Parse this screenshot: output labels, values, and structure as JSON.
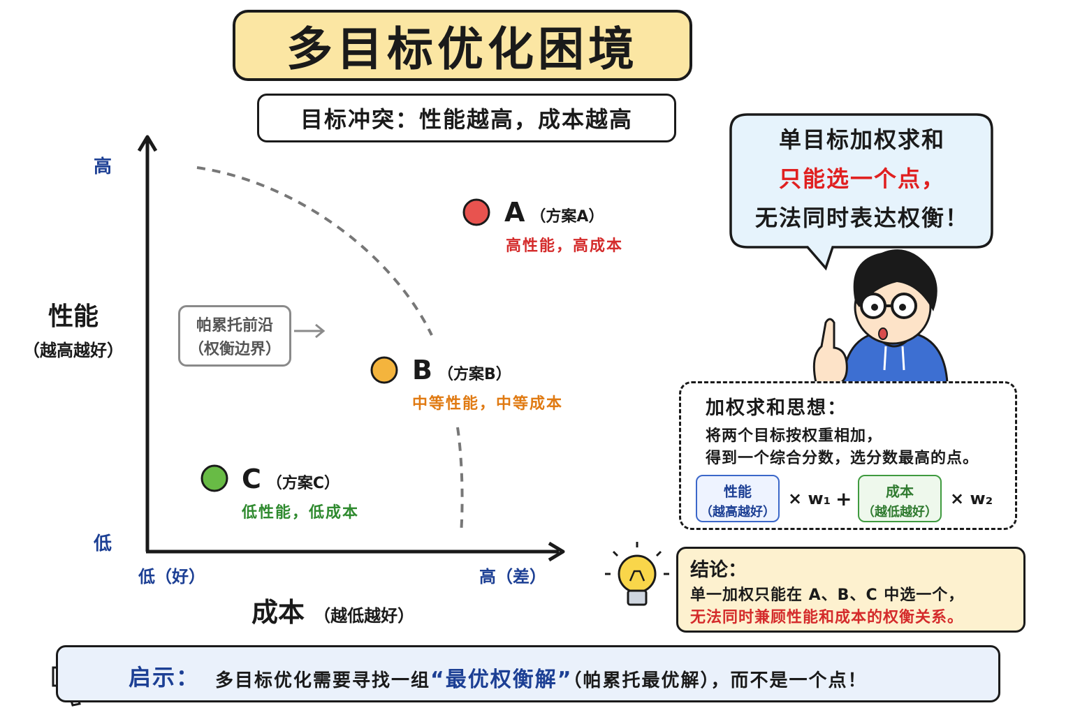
{
  "title": "多目标优化困境",
  "subtitle": "目标冲突：性能越高，成本越高",
  "y_axis": {
    "label": "性能",
    "sublabel": "（越高越好）",
    "high": "高",
    "low": "低"
  },
  "x_axis": {
    "label": "成本",
    "sublabel": "（越低越好）",
    "low": "低（好）",
    "high": "高（差）"
  },
  "pareto": {
    "line1": "帕累托前沿",
    "line2": "（权衡边界）"
  },
  "points": [
    {
      "name": "A",
      "tag": "（方案A）",
      "desc": "高性能，高成本",
      "color": "#e8534f",
      "text_color": "#d42b2b"
    },
    {
      "name": "B",
      "tag": "（方案B）",
      "desc": "中等性能，中等成本",
      "color": "#f4b43d",
      "text_color": "#e07a12"
    },
    {
      "name": "C",
      "tag": "（方案C）",
      "desc": "低性能，低成本",
      "color": "#68bb45",
      "text_color": "#2f8a2f"
    }
  ],
  "speech": {
    "line1": "单目标加权求和",
    "line2": "只能选一个点，",
    "line3": "无法同时表达权衡！",
    "highlight_color": "#e02020"
  },
  "weighted": {
    "title": "加权求和思想：",
    "line1": "将两个目标按权重相加，",
    "line2": "得到一个综合分数，选分数最高的点。",
    "term1": {
      "name": "性能",
      "sub": "（越高越好）"
    },
    "times1": "× w₁",
    "plus": "+",
    "term2": {
      "name": "成本",
      "sub": "（越低越好）"
    },
    "times2": "× w₂"
  },
  "conclusion": {
    "title": "结论：",
    "line1": "单一加权只能在 A、B、C 中选一个，",
    "line2": "无法同时兼顾性能和成本的权衡关系。"
  },
  "hint": {
    "label": "启示：",
    "text_before": "多目标优化需要寻找一组",
    "highlight": "“最优权衡解”",
    "text_after": "（帕累托最优解），而不是一个点！"
  },
  "colors": {
    "title_bg": "#fbe6a3",
    "accent_blue": "#1c3f94",
    "bubble_bg": "#e6f3fc",
    "conclusion_bg": "#fdf1cf",
    "hint_bg": "#eaf1fb"
  }
}
